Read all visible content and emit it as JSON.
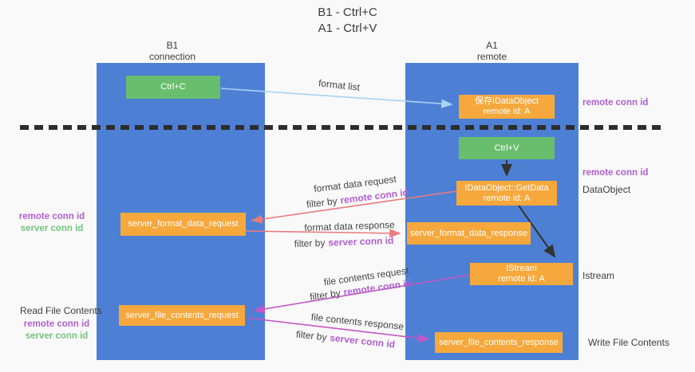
{
  "title": {
    "line1": "B1 - Ctrl+C",
    "line2": "A1 - Ctrl+V"
  },
  "lanes": {
    "left": {
      "title": "B1",
      "subtitle": "connection"
    },
    "right": {
      "title": "A1",
      "subtitle": "remote"
    }
  },
  "nodes": {
    "ctrl_c": {
      "label": "Ctrl+C"
    },
    "save_idataobject": {
      "line1": "保存IDataObject",
      "line2": "remote id: A"
    },
    "ctrl_v": {
      "label": "Ctrl+V"
    },
    "idataobject_getdata": {
      "line1": "IDataObject::GetData",
      "line2": "remote id: A"
    },
    "server_format_data_request": {
      "label": "server_format_data_request"
    },
    "server_format_data_response": {
      "label": "server_format_data_response"
    },
    "istream": {
      "line1": "IStream",
      "line2": "remote id: A"
    },
    "server_file_contents_request": {
      "label": "server_file_contents_request"
    },
    "server_file_contents_response": {
      "label": "server_file_contents_response"
    }
  },
  "flows": {
    "format_list": {
      "label": "format list"
    },
    "format_data_request": {
      "label": "format data request",
      "filter_prefix": "filter by",
      "filter_key": "remote conn id"
    },
    "format_data_response": {
      "label": "format data response",
      "filter_prefix": "filter by",
      "filter_key": "server conn id"
    },
    "file_contents_request": {
      "label": "file contents request",
      "filter_prefix": "filter by",
      "filter_key": "remote conn id"
    },
    "file_contents_response": {
      "label": "file contents response",
      "filter_prefix": "filter by",
      "filter_key": "server conn id"
    }
  },
  "annotations": {
    "remote_conn_id": "remote conn id",
    "server_conn_id": "server conn id",
    "dataobject": "DataObject",
    "istream": "Istream",
    "read_file_contents": "Read File Contents",
    "write_file_contents": "Write File Contents"
  },
  "colors": {
    "lane_blue": "#4d80d5",
    "box_green": "#69be6e",
    "box_orange": "#f6a83c",
    "purple_label": "#b05fd0",
    "green_label": "#74c47c",
    "arrow_light_blue": "#a9d3f2",
    "arrow_red": "#e97b7b",
    "arrow_magenta": "#c357c3",
    "arrow_black": "#333333",
    "dash_black": "#2d2d2d"
  }
}
